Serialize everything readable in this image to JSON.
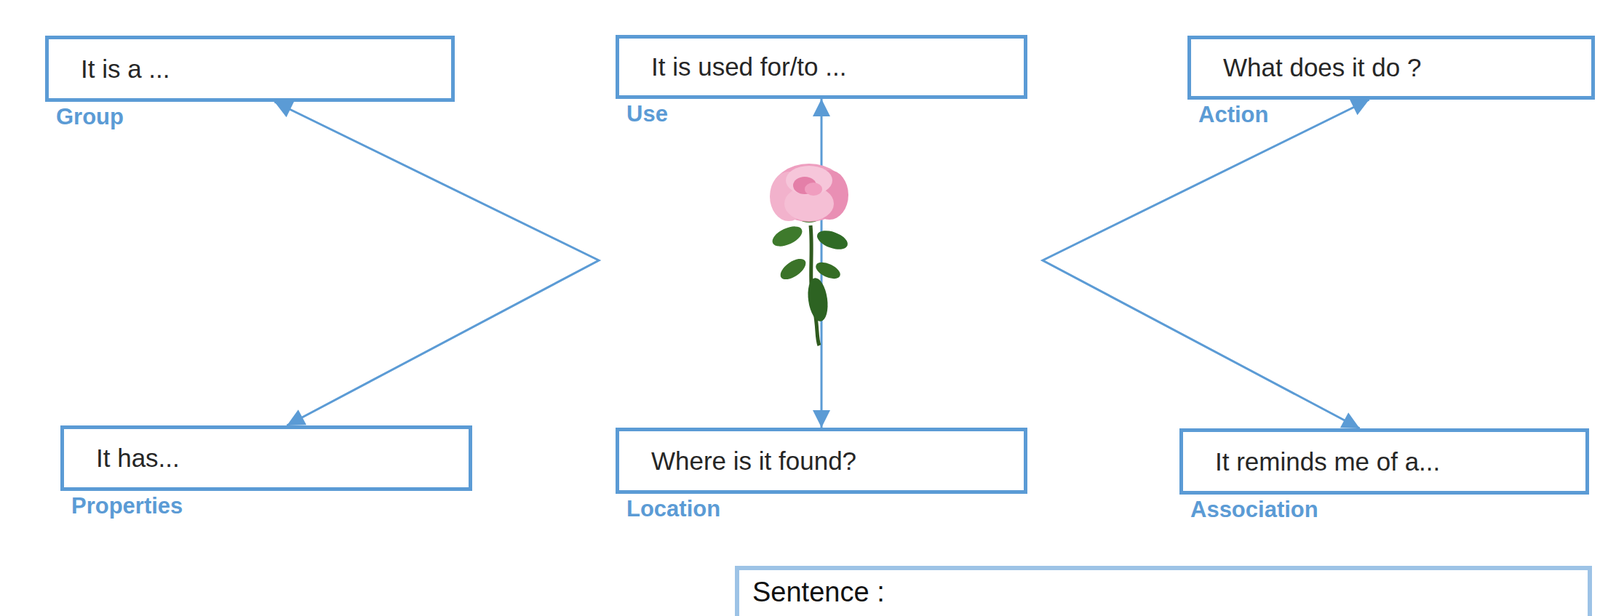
{
  "diagram": {
    "nodes": [
      {
        "text": [
          "It is a ...",
          "Group"
        ]
      },
      {
        "text": [
          "It is used for/to ...",
          "Use"
        ]
      },
      {
        "text": [
          "What does it do ?",
          "Action"
        ]
      },
      {
        "text": [
          "It has...",
          "Properties"
        ]
      },
      {
        "text": [
          "Where is it found?",
          "Location"
        ]
      },
      {
        "text": [
          "It reminds me of a...",
          "Association"
        ]
      },
      {
        "text": [
          "Sentence :"
        ]
      }
    ],
    "edges": [
      {
        "from": 0,
        "to": 3,
        "arrow": "both"
      },
      {
        "from": 2,
        "to": 5,
        "arrow": "both"
      },
      {
        "from": 1,
        "to": 4,
        "arrow": "both"
      }
    ]
  }
}
